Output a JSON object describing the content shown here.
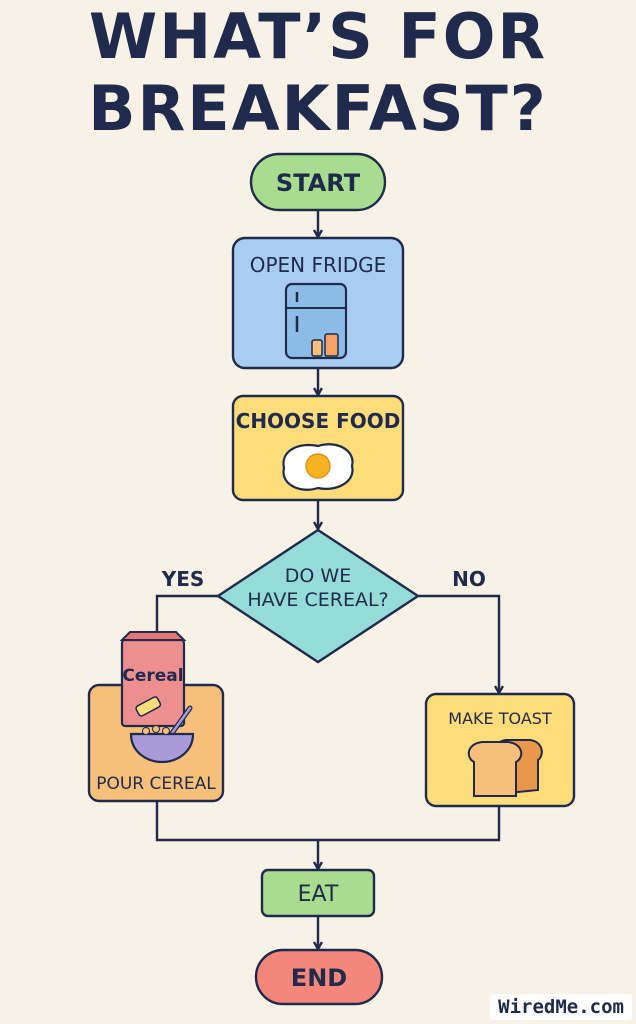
{
  "title": {
    "line1": "WHAT’S FOR",
    "line2": "BREAKFAST?"
  },
  "nodes": {
    "start": "START",
    "open_fridge": "OPEN FRIDGE",
    "choose_food": "CHOOSE FOOD",
    "decision_line1": "DO WE",
    "decision_line2": "HAVE CEREAL?",
    "pour_cereal": "POUR CEREAL",
    "make_toast": "MAKE TOAST",
    "eat": "EAT",
    "end": "END"
  },
  "edges": {
    "yes": "YES",
    "no": "NO"
  },
  "cereal_box_text": "Cereal",
  "watermark": "WiredMe.com",
  "colors": {
    "background": "#f8f1e6",
    "ink": "#1f2a4d",
    "terminal_start": "#a8dc8f",
    "process_blue": "#a9cdf0",
    "process_yellow": "#fddc7a",
    "decision": "#95dcd8",
    "pour_cereal": "#f7c07a",
    "end": "#f4877a"
  },
  "icons": [
    "fridge-icon",
    "fried-egg-icon",
    "cereal-box-icon",
    "cereal-bowl-icon",
    "toast-icon"
  ]
}
